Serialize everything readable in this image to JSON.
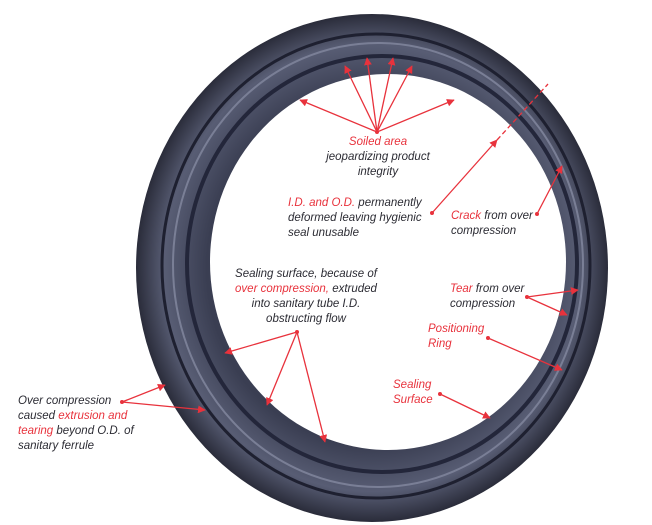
{
  "colors": {
    "accent": "#e8323c",
    "gasket": "#2e3142",
    "text": "#2b2b33"
  },
  "labels": {
    "soiled": {
      "red": "Soiled area",
      "line1": "jeopardizing product",
      "line2": "integrity"
    },
    "idod": {
      "red": "I.D. and O.D.",
      "rest1": " permanently",
      "line2": "deformed leaving hygienic",
      "line3": "seal unusable"
    },
    "crack": {
      "red": "Crack",
      "rest1": " from over",
      "line2": "compression"
    },
    "sealing_extruded": {
      "line1": "Sealing surface, because of",
      "red": "over compression,",
      "rest2": " extruded",
      "line3": "into sanitary tube I.D.",
      "line4": "obstructing flow"
    },
    "tear": {
      "red": "Tear",
      "rest1": " from over",
      "line2": "compression"
    },
    "positioning": {
      "line1": "Positioning",
      "line2": "Ring"
    },
    "sealing_surface": {
      "line1": "Sealing",
      "line2": "Surface"
    },
    "over_compression": {
      "line1": "Over compression",
      "pre2": "caused ",
      "red2": "extrusion and",
      "red3": "tearing",
      "rest3": " beyond O.D. of",
      "line4": "sanitary ferrule"
    }
  }
}
